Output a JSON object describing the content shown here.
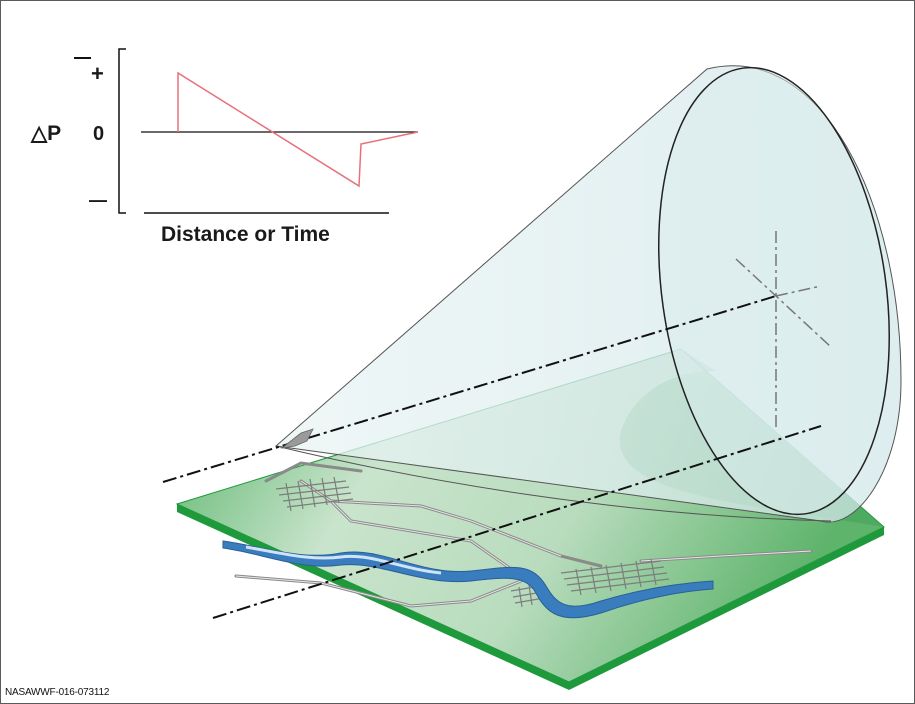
{
  "inset_graph": {
    "y_axis_symbol": "△P",
    "tick_plus": "+",
    "tick_zero": "0",
    "tick_minus": "—",
    "x_axis_label": "Distance or Time",
    "curve_color": "#e8707a"
  },
  "illustration": {
    "cone_fill": "#dcecee",
    "terrain_green": "#2e9e46",
    "river_blue": "#3a7dbf"
  },
  "caption": "NASAWWF-016-073112"
}
